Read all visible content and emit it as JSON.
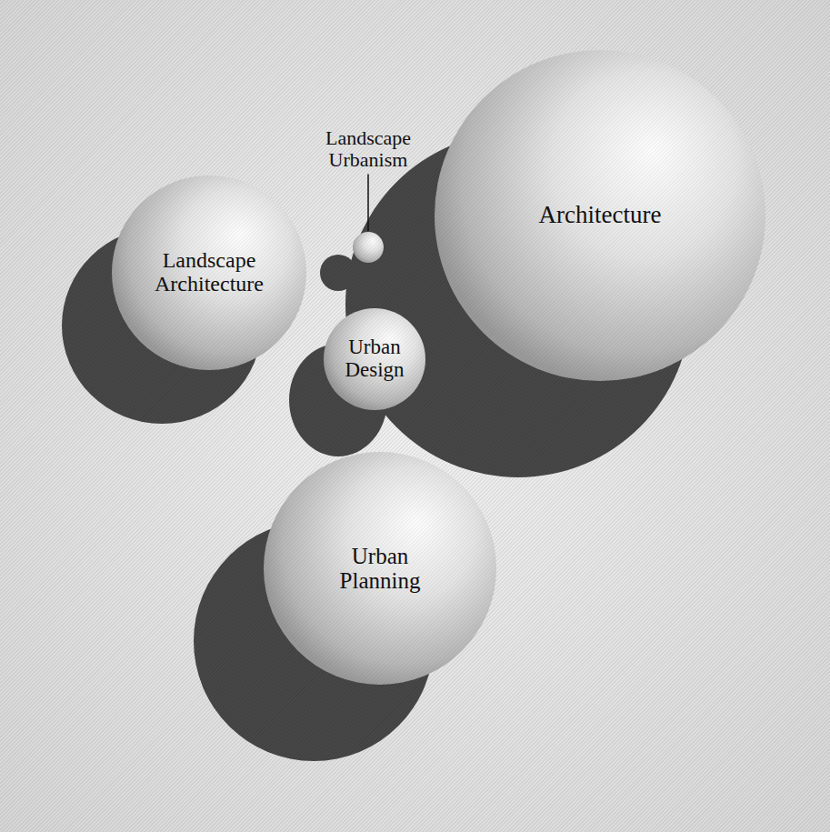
{
  "diagram": {
    "nodes": [
      {
        "text": [
          "Landscape Urbanism"
        ]
      },
      {
        "text": [
          "Architecture"
        ]
      },
      {
        "text": [
          "Landscape Architecture"
        ]
      },
      {
        "text": [
          "Urban Design"
        ]
      },
      {
        "text": [
          "Urban Planning"
        ]
      }
    ]
  }
}
